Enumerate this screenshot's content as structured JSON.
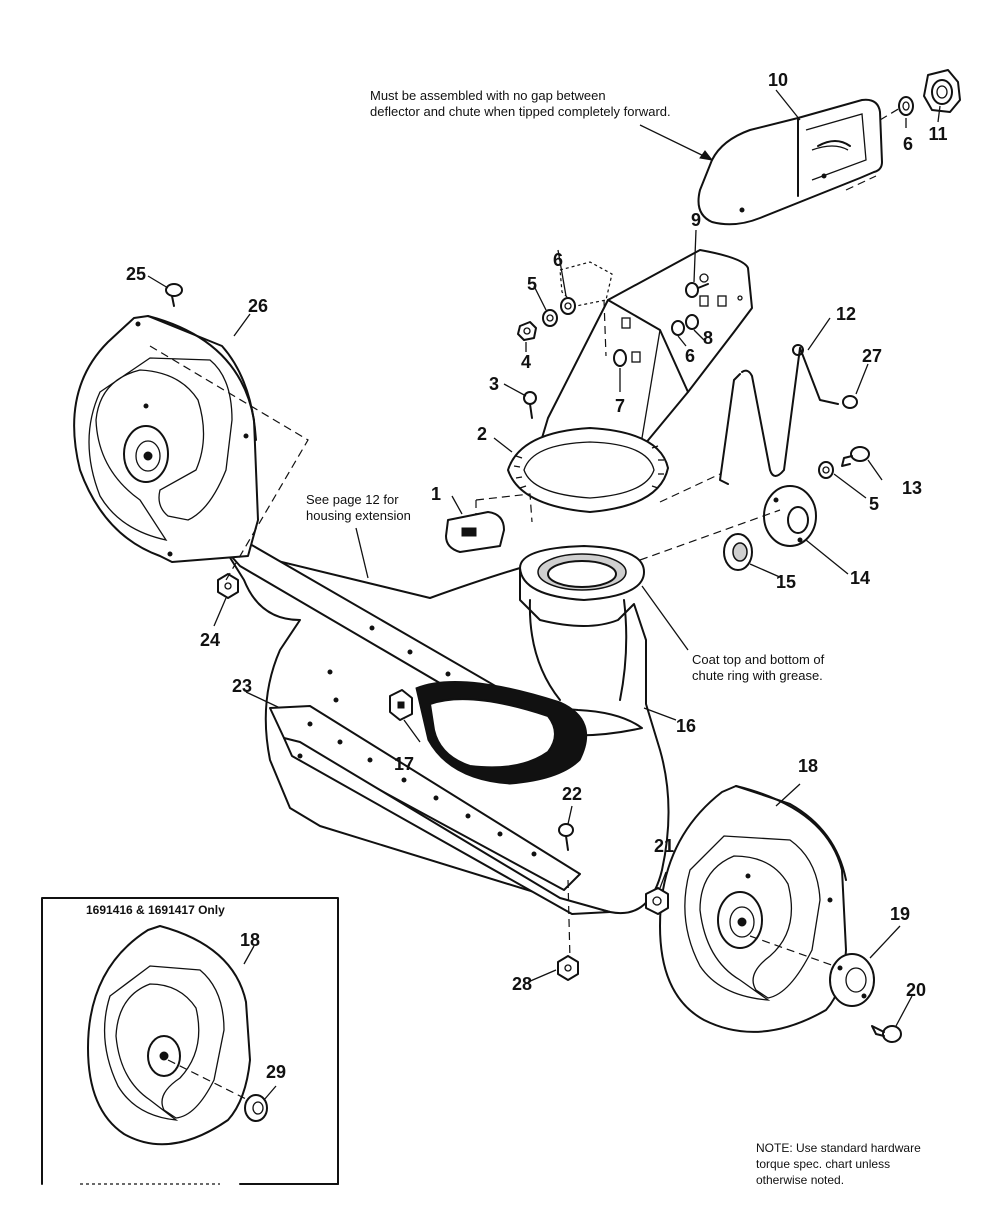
{
  "notes": {
    "deflector": "Must be assembled with no gap between\ndeflector and chute when tipped completely forward.",
    "housing": "See page 12 for\nhousing extension",
    "grease": "Coat top and bottom of\nchute ring with grease.",
    "torque": "NOTE: Use standard hardware\ntorque spec. chart unless\notherwise noted."
  },
  "inset": {
    "title": "1691416 & 1691417 Only"
  },
  "part_labels": [
    {
      "id": "p1",
      "text": "1"
    },
    {
      "id": "p2",
      "text": "2"
    },
    {
      "id": "p3",
      "text": "3"
    },
    {
      "id": "p4",
      "text": "4"
    },
    {
      "id": "p5a",
      "text": "5"
    },
    {
      "id": "p5b",
      "text": "5"
    },
    {
      "id": "p6a",
      "text": "6"
    },
    {
      "id": "p6b",
      "text": "6"
    },
    {
      "id": "p6c",
      "text": "6"
    },
    {
      "id": "p7",
      "text": "7"
    },
    {
      "id": "p8",
      "text": "8"
    },
    {
      "id": "p9",
      "text": "9"
    },
    {
      "id": "p10",
      "text": "10"
    },
    {
      "id": "p11",
      "text": "11"
    },
    {
      "id": "p12",
      "text": "12"
    },
    {
      "id": "p13",
      "text": "13"
    },
    {
      "id": "p14",
      "text": "14"
    },
    {
      "id": "p15",
      "text": "15"
    },
    {
      "id": "p16",
      "text": "16"
    },
    {
      "id": "p17",
      "text": "17"
    },
    {
      "id": "p18a",
      "text": "18"
    },
    {
      "id": "p18b",
      "text": "18"
    },
    {
      "id": "p19",
      "text": "19"
    },
    {
      "id": "p20",
      "text": "20"
    },
    {
      "id": "p21",
      "text": "21"
    },
    {
      "id": "p22",
      "text": "22"
    },
    {
      "id": "p23",
      "text": "23"
    },
    {
      "id": "p24",
      "text": "24"
    },
    {
      "id": "p25",
      "text": "25"
    },
    {
      "id": "p26",
      "text": "26"
    },
    {
      "id": "p27",
      "text": "27"
    },
    {
      "id": "p28",
      "text": "28"
    },
    {
      "id": "p29",
      "text": "29"
    }
  ]
}
